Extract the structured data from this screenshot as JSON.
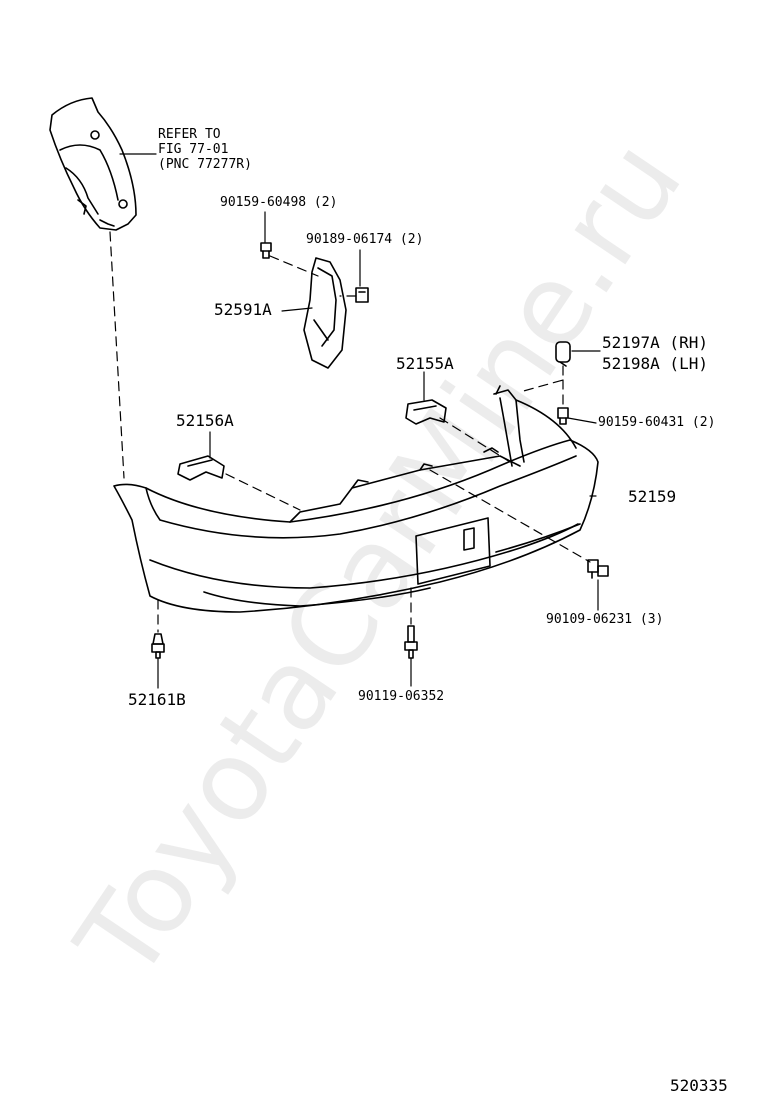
{
  "watermark": "ToyotaCarMine.ru",
  "reference": {
    "line1": "REFER TO",
    "line2": "FIG 77-01",
    "line3": "(PNC 77277R)"
  },
  "labels": {
    "p90159_60498": "90159-60498 (2)",
    "p90189_06174": "90189-06174 (2)",
    "p52591A": "52591A",
    "p52197A": "52197A (RH)",
    "p52198A": "52198A (LH)",
    "p52155A": "52155A",
    "p90159_60431": "90159-60431 (2)",
    "p52156A": "52156A",
    "p52159": "52159",
    "p90109_06231": "90109-06231 (3)",
    "p52161B": "52161B",
    "p90119_06352": "90119-06352"
  },
  "figure_number": "520335",
  "colors": {
    "ink": "#000000",
    "paper": "#ffffff"
  }
}
